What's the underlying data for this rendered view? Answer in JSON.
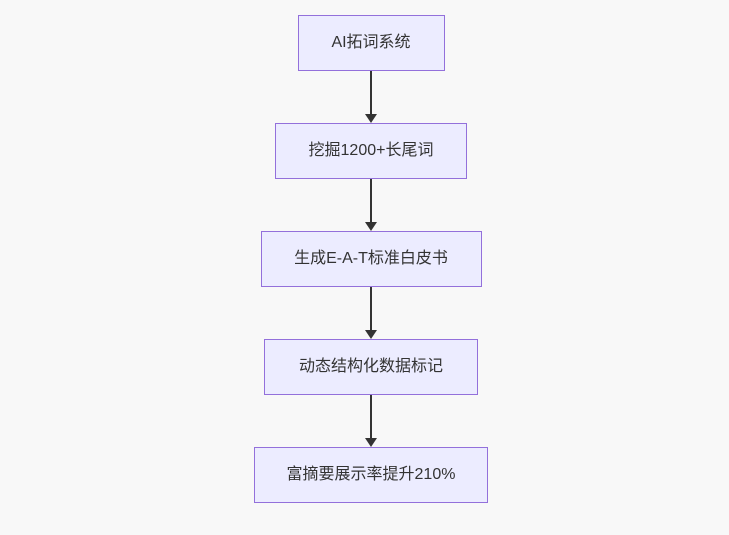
{
  "diagram": {
    "type": "flowchart",
    "direction": "top-down",
    "nodes": [
      {
        "id": "A",
        "label": "AI拓词系统"
      },
      {
        "id": "B",
        "label": "挖掘1200+长尾词"
      },
      {
        "id": "C",
        "label": "生成E-A-T标准白皮书"
      },
      {
        "id": "D",
        "label": "动态结构化数据标记"
      },
      {
        "id": "E",
        "label": "富摘要展示率提升210%"
      }
    ],
    "edges": [
      {
        "from": "A",
        "to": "B"
      },
      {
        "from": "B",
        "to": "C"
      },
      {
        "from": "C",
        "to": "D"
      },
      {
        "from": "D",
        "to": "E"
      }
    ],
    "colors": {
      "background": "#f8f8f8",
      "node_fill": "#ECECFF",
      "node_border": "#9370DB",
      "text": "#333333",
      "arrow": "#333333"
    }
  }
}
